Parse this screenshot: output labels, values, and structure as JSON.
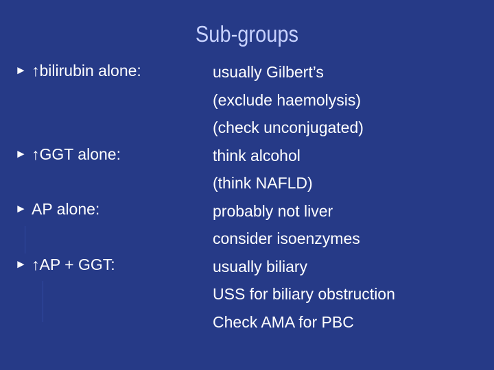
{
  "slide": {
    "title": "Sub-groups",
    "bullet_marker": "►",
    "bullets": [
      {
        "label": "↑bilirubin alone:"
      },
      {
        "label": "↑GGT alone:"
      },
      {
        "label": "AP alone:"
      },
      {
        "label": "↑AP + GGT:"
      }
    ],
    "notes": [
      "usually Gilbert’s",
      "(exclude haemolysis)",
      "(check unconjugated)",
      "think alcohol",
      "(think NAFLD)",
      "probably not liver",
      "consider isoenzymes",
      "usually biliary",
      "USS for biliary obstruction",
      "Check AMA for PBC"
    ]
  },
  "colors": {
    "background": "#263a87",
    "title": "#c8d2ff",
    "text": "#ffffff"
  }
}
